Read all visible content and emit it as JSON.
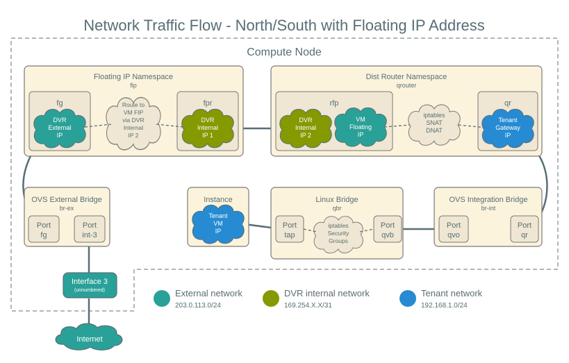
{
  "title": "Network Traffic Flow - North/South with Floating IP Address",
  "compute_node": {
    "label": "Compute Node"
  },
  "fip_ns": {
    "title": "Floating IP Namespace",
    "subtitle": "fip",
    "fg": {
      "label": "fg",
      "cloud": [
        "DVR",
        "External",
        "IP"
      ]
    },
    "route": [
      "Route to",
      "VM FIP",
      "via DVR",
      "Internal",
      "IP 2"
    ],
    "fpr": {
      "label": "fpr",
      "cloud": [
        "DVR",
        "Internal",
        "IP 1"
      ]
    }
  },
  "dr_ns": {
    "title": "Dist Router Namespace",
    "subtitle": "qrouter",
    "rfp": {
      "label": "rfp",
      "cloud_a": [
        "DVR",
        "Internal",
        "IP 2"
      ],
      "cloud_b": [
        "VM",
        "Floating",
        "IP"
      ]
    },
    "iptables": [
      "iptables",
      "SNAT",
      "DNAT"
    ],
    "qr": {
      "label": "qr",
      "cloud": [
        "Tenant",
        "Gateway",
        "IP"
      ]
    }
  },
  "ovs_ex": {
    "title": "OVS External Bridge",
    "subtitle": "br-ex",
    "port_fg": [
      "Port",
      "fg"
    ],
    "port_int3": [
      "Port",
      "int-3"
    ]
  },
  "instance": {
    "title": "Instance",
    "cloud": [
      "Tenant",
      "VM",
      "IP"
    ]
  },
  "linux_bridge": {
    "title": "Linux Bridge",
    "subtitle": "qbr",
    "port_tap": [
      "Port",
      "tap"
    ],
    "iptables": [
      "iptables",
      "Security",
      "Groups"
    ],
    "port_qvb": [
      "Port",
      "qvb"
    ]
  },
  "ovs_int": {
    "title": "OVS Integration Bridge",
    "subtitle": "br-int",
    "port_qvo": [
      "Port",
      "qvo"
    ],
    "port_qr": [
      "Port",
      "qr"
    ]
  },
  "interface3": {
    "label": "Interface 3",
    "sub": "(unnumbered)"
  },
  "internet": {
    "label": "Internet"
  },
  "legend": [
    {
      "name": "External network",
      "subnet": "203.0.113.0/24",
      "color": "#2aa198"
    },
    {
      "name": "DVR internal network",
      "subnet": "169.254.X.X/31",
      "color": "#859900"
    },
    {
      "name": "Tenant network",
      "subnet": "192.168.1.0/24",
      "color": "#268bd2"
    }
  ],
  "colors": {
    "external": "#2aa198",
    "dvr": "#859900",
    "tenant": "#268bd2",
    "box_fill": "#fbf3dc",
    "inner_fill": "#efe7d3",
    "border": "#7a7a7a",
    "line": "#586e75",
    "text": "#586e75"
  }
}
